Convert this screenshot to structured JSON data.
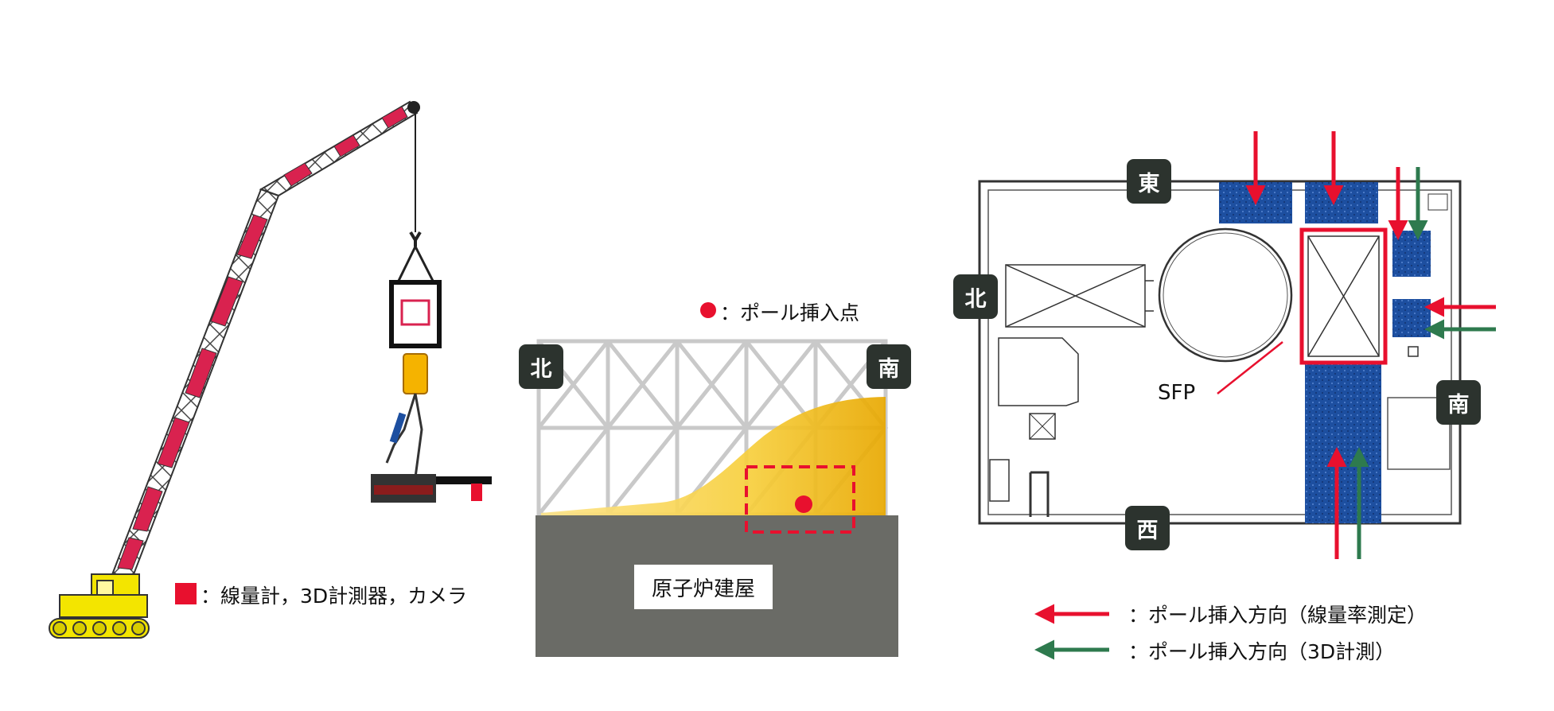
{
  "crane": {
    "legend_text": "：線量計，3D計測器，カメラ",
    "marker_color": "#e8102e",
    "boom_color": "#d9224f",
    "body_color": "#f3e500"
  },
  "section": {
    "legend_text": "：ポール挿入点",
    "north_label": "北",
    "south_label": "南",
    "building_label": "原子炉建屋",
    "point_color": "#e8102e",
    "rubble_color": "#f5c400",
    "ground_color": "#6a6b66"
  },
  "plan": {
    "east_label": "東",
    "north_label": "北",
    "south_label": "南",
    "west_label": "西",
    "sfp_label": "SFP",
    "blue_color": "#1d4fa0",
    "arrow_red": "#e8102e",
    "arrow_green": "#2e7a4e"
  },
  "legend": {
    "red_text": "：ポール挿入方向（線量率測定）",
    "green_text": "：ポール挿入方向（3D計測）"
  }
}
